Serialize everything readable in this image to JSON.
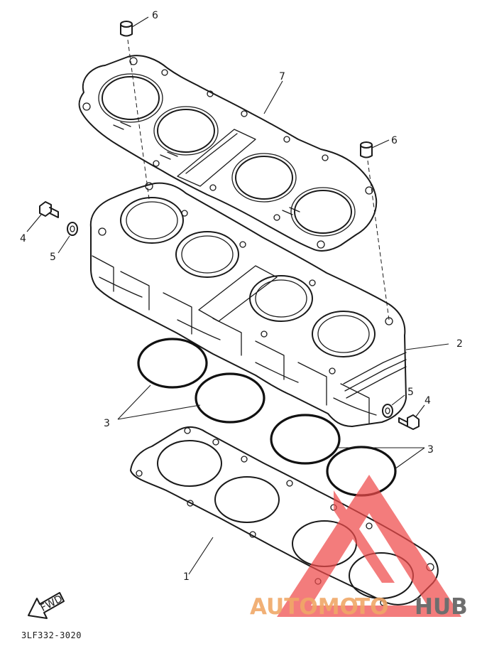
{
  "diagram": {
    "callouts": {
      "c1": "1",
      "c2": "2",
      "c3a": "3",
      "c3b": "3",
      "c4a": "4",
      "c4b": "4",
      "c5a": "5",
      "c5b": "5",
      "c6a": "6",
      "c6b": "6",
      "c7": "7"
    },
    "fwd_label": "FWD",
    "part_code": "3LF332-3020"
  },
  "watermark": {
    "text_left": "AUTOMO",
    "text_mid": "TO",
    "text_right": "HUB",
    "color_main": "#f0a868",
    "color_hub": "#6e6e6e",
    "logo_color": "#ef4b4b"
  },
  "colors": {
    "ink": "#1a1a1a",
    "background": "#ffffff"
  }
}
